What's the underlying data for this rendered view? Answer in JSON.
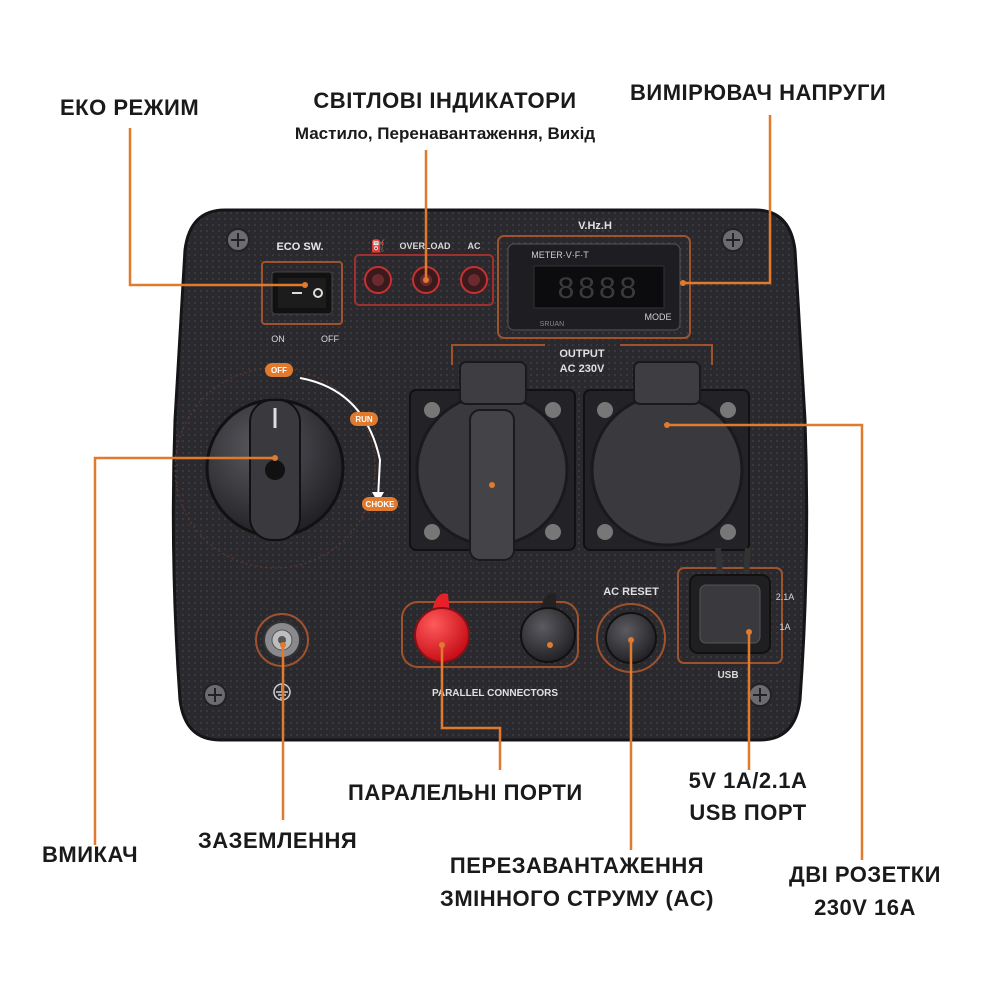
{
  "callouts": {
    "eco_mode": "ЕКО РЕЖИМ",
    "light_indicators": "СВІТЛОВІ ІНДИКАТОРИ",
    "light_indicators_sub": "Мастило, Перенавантаження, Вихід",
    "voltmeter": "ВИМІРЮВАЧ НАПРУГИ",
    "parallel_ports": "ПАРАЛЕЛЬНІ ПОРТИ",
    "usb_line1": "5V 1A/2.1A",
    "usb_line2": "USB ПОРТ",
    "switch": "ВМИКАЧ",
    "grounding": "ЗАЗЕМЛЕННЯ",
    "ac_reset_line1": "ПЕРЕЗАВАНТАЖЕННЯ",
    "ac_reset_line2": "ЗМІННОГО СТРУМУ (AC)",
    "sockets_line1": "ДВІ РОЗЕТКИ",
    "sockets_line2": "230V 16A"
  },
  "panel": {
    "eco_sw": "ECO SW.",
    "eco_on": "ON",
    "eco_off": "OFF",
    "overload": "OVERLOAD",
    "ac": "AC",
    "meter_top": "V.Hz.H",
    "meter_label": "METER·V·F·T",
    "meter_display": "8888",
    "meter_brand": "SRUAN",
    "meter_mode": "MODE",
    "output_line1": "OUTPUT",
    "output_line2": "AC 230V",
    "dial_off": "OFF",
    "dial_run": "RUN",
    "dial_choke": "CHOKE",
    "ac_reset": "AC RESET",
    "parallel": "PARALLEL CONNECTORS",
    "usb": "USB",
    "usb_21a": "2.1A",
    "usb_1a": "1A"
  },
  "colors": {
    "leader": "#e07a2e",
    "panel": "#2b2b2f",
    "accent_red": "#e8202a"
  }
}
